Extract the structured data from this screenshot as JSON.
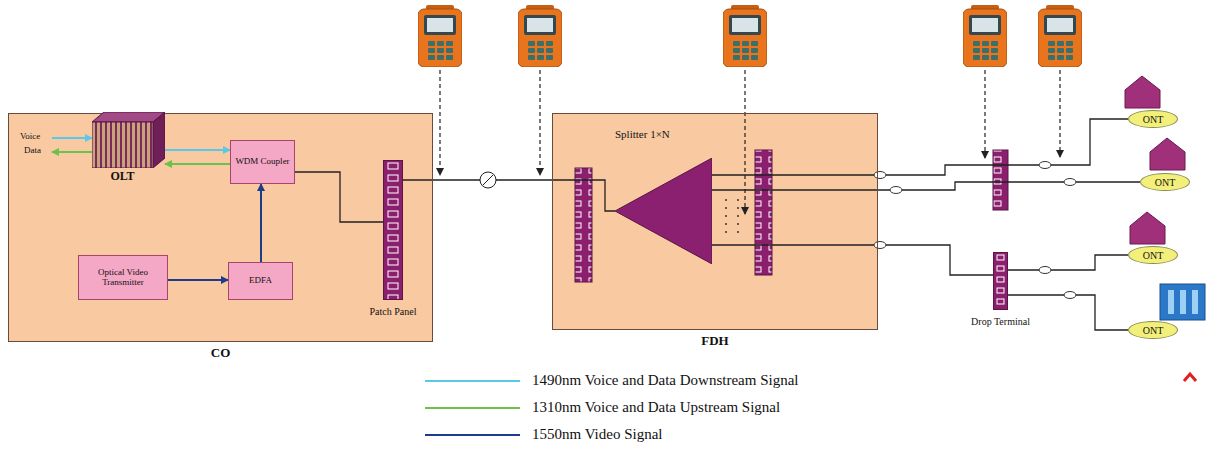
{
  "diagram": {
    "nodes": [
      {
        "text": [
          "CO"
        ]
      },
      {
        "text": [
          "OLT"
        ],
        "in": 0
      },
      {
        "text": [
          "WDM Coupler"
        ],
        "in": 0
      },
      {
        "text": [
          "Optical Video Transmitter"
        ],
        "in": 0
      },
      {
        "text": [
          "EDFA"
        ],
        "in": 0
      },
      {
        "text": [
          "Patch Panel"
        ],
        "in": 0
      },
      {
        "text": [
          "FDH"
        ]
      },
      {
        "text": [
          "Splitter 1×N"
        ],
        "in": 6
      },
      {
        "text": [
          "Drop Terminal"
        ]
      },
      {
        "text": [
          "ONT"
        ]
      },
      {
        "text": [
          "ONT"
        ]
      },
      {
        "text": [
          "ONT"
        ]
      },
      {
        "text": [
          "ONT"
        ]
      }
    ],
    "edges": [
      {
        "from": 1,
        "to": 2,
        "arrow": "to"
      },
      {
        "from": 2,
        "to": 1,
        "arrow": "to"
      },
      {
        "from": 3,
        "to": 4,
        "arrow": "to"
      },
      {
        "from": 4,
        "to": 2,
        "arrow": "to"
      },
      {
        "from": 2,
        "to": 5,
        "arrow": "none"
      },
      {
        "from": 5,
        "to": 7,
        "arrow": "none"
      },
      {
        "from": 7,
        "to": 9,
        "arrow": "none"
      },
      {
        "from": 7,
        "to": 10,
        "arrow": "none"
      },
      {
        "from": 7,
        "to": 8,
        "arrow": "none"
      },
      {
        "from": 8,
        "to": 11,
        "arrow": "none"
      },
      {
        "from": 8,
        "to": 12,
        "arrow": "none"
      }
    ],
    "labels": [
      "Voice",
      "Data"
    ],
    "legend": [
      {
        "text": "1490nm Voice and Data Downstream Signal",
        "color": "#5bc8e8"
      },
      {
        "text": "1310nm Voice and Data Upstream Signal",
        "color": "#6ac24c"
      },
      {
        "text": "1550nm Video Signal",
        "color": "#1d3c8c"
      }
    ]
  }
}
